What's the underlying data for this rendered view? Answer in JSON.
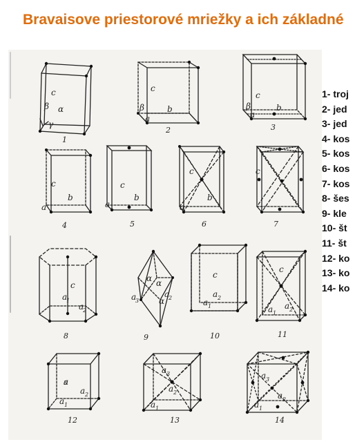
{
  "title": "Bravaisove priestorové mriežky a ich základné",
  "legend": [
    "1- troj",
    "2- jed",
    "3- jed",
    "4- kos",
    "5- kos",
    "6- kos",
    "7- kos",
    "8- šes",
    "9- kle",
    "10- št",
    "11- št",
    "12- ko",
    "13- ko",
    "14- ko"
  ],
  "figures": [
    {
      "number": "1",
      "axis_labels": [
        "c",
        "α",
        "β",
        "γ"
      ]
    },
    {
      "number": "2",
      "axis_labels": [
        "c",
        "b",
        "β",
        "a"
      ]
    },
    {
      "number": "3",
      "axis_labels": [
        "c",
        "b",
        "β",
        "a"
      ]
    },
    {
      "number": "4",
      "axis_labels": [
        "c",
        "b",
        "a"
      ]
    },
    {
      "number": "5",
      "axis_labels": [
        "c",
        "b",
        "a"
      ]
    },
    {
      "number": "6",
      "axis_labels": [
        "c",
        "b",
        "a"
      ]
    },
    {
      "number": "7",
      "axis_labels": [
        "c"
      ]
    },
    {
      "number": "8",
      "axis_labels": [
        "c",
        "a",
        "1",
        "a",
        "2"
      ]
    },
    {
      "number": "9",
      "axis_labels": [
        "α",
        "α",
        "α",
        "a",
        "3",
        "a",
        "2"
      ]
    },
    {
      "number": "10",
      "axis_labels": [
        "c",
        "a",
        "2",
        "a",
        "1"
      ]
    },
    {
      "number": "11",
      "axis_labels": [
        "c",
        "a",
        "2",
        "a",
        "1"
      ]
    },
    {
      "number": "12",
      "axis_labels": [
        "a",
        "3",
        "a",
        "2",
        "a",
        "1"
      ]
    },
    {
      "number": "13",
      "axis_labels": [
        "a",
        "3",
        "a",
        "2",
        "a",
        "1"
      ]
    },
    {
      "number": "14",
      "axis_labels": [
        "a",
        "3",
        "a",
        "2",
        "a",
        "1"
      ]
    }
  ]
}
